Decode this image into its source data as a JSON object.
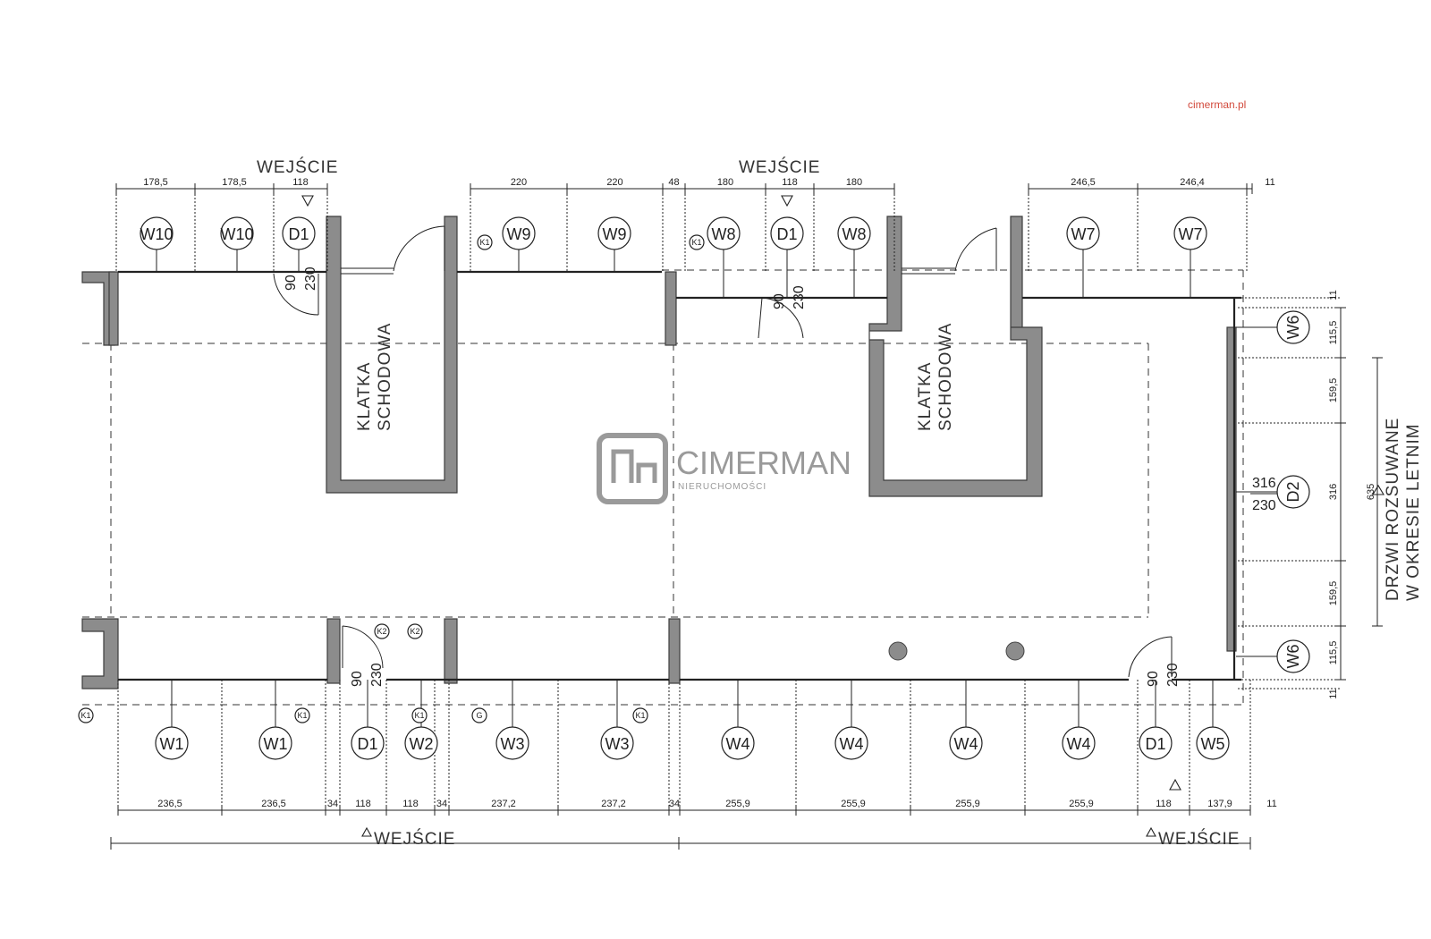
{
  "brand": {
    "url": "cimerman.pl",
    "name": "CIMERMAN",
    "subtitle": "NIERUCHOMOŚCI",
    "url_color": "#d24a3c",
    "logo_color": "#9a9a9a"
  },
  "labels": {
    "entrance": "WEJŚCIE",
    "stair_line1": "KLATKA",
    "stair_line2": "SCHODOWA",
    "side_note_line1": "DRZWI ROZSUWANE",
    "side_note_line2": "W OKRESIE LETNIM"
  },
  "top": {
    "dims_left": [
      "178,5",
      "178,5",
      "118"
    ],
    "dims_mid": [
      "220",
      "220",
      "48",
      "180",
      "118",
      "180"
    ],
    "dims_right": [
      "246,5",
      "246,4",
      "11"
    ],
    "tags": [
      "W10",
      "W10",
      "D1",
      "W9",
      "W9",
      "W8",
      "D1",
      "W8",
      "W7",
      "W7"
    ],
    "door_small": [
      "90",
      "230"
    ],
    "k_tags": [
      "K1",
      "K1"
    ]
  },
  "right": {
    "dims": [
      "11",
      "115,5",
      "159,5",
      "316",
      "159,5",
      "115,5",
      "11"
    ],
    "total": "635",
    "tags": [
      "W6",
      "D2",
      "W6"
    ],
    "d2_size": [
      "316",
      "230"
    ]
  },
  "bottom": {
    "dims": [
      "236,5",
      "236,5",
      "34",
      "118",
      "118",
      "34",
      "237,2",
      "237,2",
      "34",
      "255,9",
      "255,9",
      "255,9",
      "255,9",
      "118",
      "137,9",
      "11"
    ],
    "tags": [
      "W1",
      "W1",
      "D1",
      "W2",
      "W3",
      "W3",
      "W4",
      "W4",
      "W4",
      "W4",
      "D1",
      "W5"
    ],
    "door_small": [
      "90",
      "230"
    ],
    "k_tags": [
      "K1",
      "K2",
      "K2",
      "K1",
      "K1",
      "K1",
      "G"
    ]
  }
}
